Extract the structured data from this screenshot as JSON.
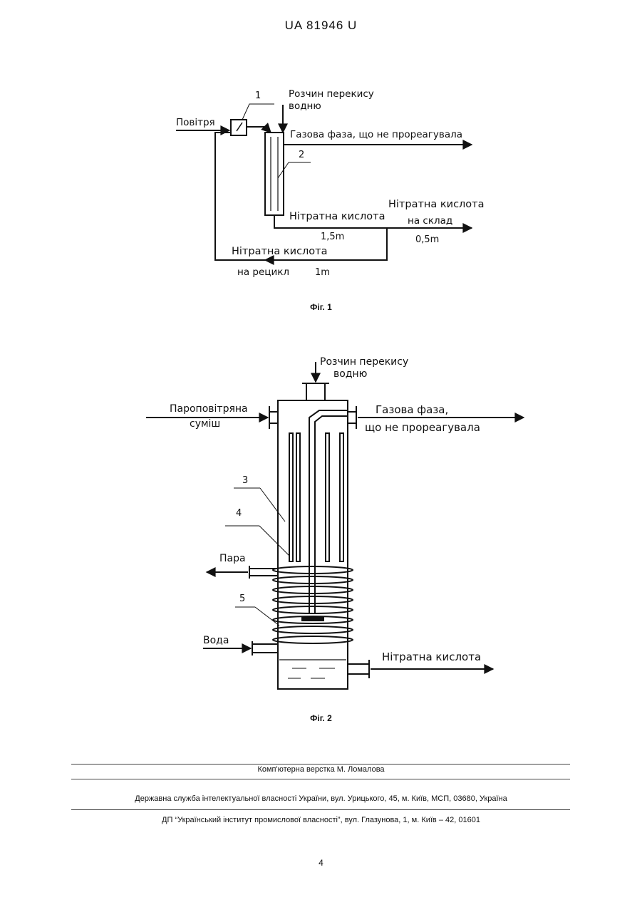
{
  "header": {
    "doc_id": "UA   81946   U"
  },
  "fig1": {
    "caption": "Фіг. 1",
    "label_1": "1",
    "label_2": "2",
    "peroxide_l1": "Розчин перекису",
    "peroxide_l2": "водню",
    "air": "Повітря",
    "gas_phase": "Газова фаза, що не прореагувала",
    "nitric_acid": "Нітратна кислота",
    "nitric_acid_store_l1": "Нітратна кислота",
    "nitric_acid_store_l2": "на склад",
    "nitric_acid_recycle_l1": "Нітратна кислота",
    "nitric_acid_recycle_l2": "на рецикл",
    "mass_1_5": "1,5m",
    "mass_0_5": "0,5m",
    "mass_1": "1m"
  },
  "fig2": {
    "caption": "Фіг. 2",
    "peroxide_l1": "Розчин перекису",
    "peroxide_l2": "водню",
    "steam_air_l1": "Пароповітряна",
    "steam_air_l2": "суміш",
    "gas_phase_l1": "Газова фаза,",
    "gas_phase_l2": "що не прореагувала",
    "label_3": "3",
    "label_4": "4",
    "label_5": "5",
    "steam": "Пара",
    "water": "Вода",
    "nitric_acid": "Нітратна кислота"
  },
  "footer": {
    "layout": "Комп'ютерна верстка М. Ломалова",
    "office": "Державна служба інтелектуальної власності України, вул. Урицького, 45, м. Київ, МСП, 03680, Україна",
    "institute": "ДП “Український інститут промислової власності”, вул. Глазунова, 1, м. Київ – 42, 01601",
    "page_number": "4"
  }
}
